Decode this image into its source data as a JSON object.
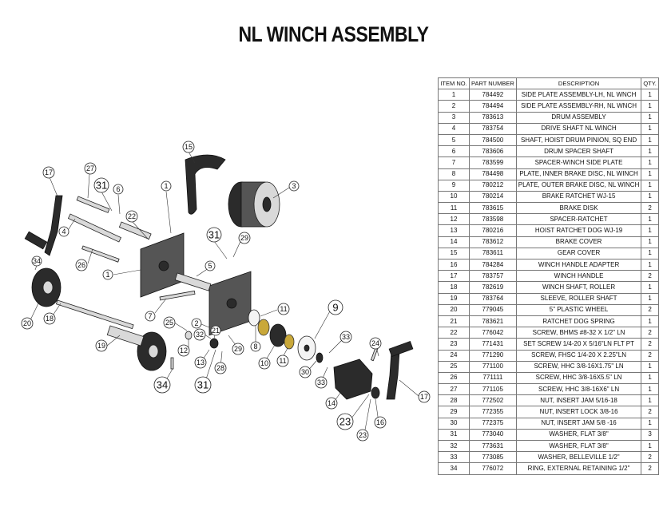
{
  "title": "NL WINCH ASSEMBLY",
  "bom": {
    "headers": [
      "ITEM NO.",
      "PART NUMBER",
      "DESCRIPTION",
      "QTY."
    ],
    "rows": [
      [
        "1",
        "784492",
        "SIDE PLATE ASSEMBLY-LH, NL WNCH",
        "1"
      ],
      [
        "2",
        "784494",
        "SIDE PLATE ASSEMBLY-RH, NL WNCH",
        "1"
      ],
      [
        "3",
        "783613",
        "DRUM ASSEMBLY",
        "1"
      ],
      [
        "4",
        "783754",
        "DRIVE SHAFT NL WINCH",
        "1"
      ],
      [
        "5",
        "784500",
        "SHAFT, HOIST DRUM PINION, SQ END",
        "1"
      ],
      [
        "6",
        "783606",
        "DRUM SPACER SHAFT",
        "1"
      ],
      [
        "7",
        "783599",
        "SPACER-WINCH SIDE PLATE",
        "1"
      ],
      [
        "8",
        "784498",
        "PLATE, INNER BRAKE DISC, NL WINCH",
        "1"
      ],
      [
        "9",
        "780212",
        "PLATE, OUTER BRAKE DISC, NL WINCH",
        "1"
      ],
      [
        "10",
        "780214",
        "BRAKE RATCHET WJ-15",
        "1"
      ],
      [
        "11",
        "783615",
        "BRAKE DISK",
        "2"
      ],
      [
        "12",
        "783598",
        "SPACER-RATCHET",
        "1"
      ],
      [
        "13",
        "780216",
        "HOIST RATCHET DOG WJ-19",
        "1"
      ],
      [
        "14",
        "783612",
        "BRAKE COVER",
        "1"
      ],
      [
        "15",
        "783611",
        "GEAR COVER",
        "1"
      ],
      [
        "16",
        "784284",
        "WINCH HANDLE ADAPTER",
        "1"
      ],
      [
        "17",
        "783757",
        "WINCH HANDLE",
        "2"
      ],
      [
        "18",
        "782619",
        "WINCH SHAFT, ROLLER",
        "1"
      ],
      [
        "19",
        "783764",
        "SLEEVE, ROLLER SHAFT",
        "1"
      ],
      [
        "20",
        "779045",
        "5\" PLASTIC WHEEL",
        "2"
      ],
      [
        "21",
        "783621",
        "RATCHET DOG SPRING",
        "1"
      ],
      [
        "22",
        "776042",
        "SCREW, BHMS #8-32 X 1/2\" LN",
        "2"
      ],
      [
        "23",
        "771431",
        "SET SCREW 1/4-20 X 5/16\"LN FLT PT",
        "2"
      ],
      [
        "24",
        "771290",
        "SCREW, FHSC 1/4-20 X 2.25\"LN",
        "2"
      ],
      [
        "25",
        "771100",
        "SCREW, HHC 3/8-16X1.75\" LN",
        "1"
      ],
      [
        "26",
        "771111",
        "SCREW, HHC 3/8-16X5.5\" LN",
        "1"
      ],
      [
        "27",
        "771105",
        "SCREW, HHC 3/8-16X6\" LN",
        "1"
      ],
      [
        "28",
        "772502",
        "NUT, INSERT JAM 5/16-18",
        "1"
      ],
      [
        "29",
        "772355",
        "NUT, INSERT LOCK 3/8-16",
        "2"
      ],
      [
        "30",
        "772375",
        "NUT, INSERT JAM 5/8 -16",
        "1"
      ],
      [
        "31",
        "773040",
        "WASHER, FLAT 3/8\"",
        "3"
      ],
      [
        "32",
        "773631",
        "WASHER, FLAT 3/8\"",
        "1"
      ],
      [
        "33",
        "773085",
        "WASHER, BELLEVILLE 1/2\"",
        "2"
      ],
      [
        "34",
        "776072",
        "RING, EXTERNAL RETAINING 1/2\"",
        "2"
      ]
    ]
  },
  "callouts": [
    {
      "label": "15"
    },
    {
      "label": "17"
    },
    {
      "label": "27"
    },
    {
      "label": "31"
    },
    {
      "label": "6"
    },
    {
      "label": "1"
    },
    {
      "label": "3"
    },
    {
      "label": "22"
    },
    {
      "label": "4"
    },
    {
      "label": "31"
    },
    {
      "label": "29"
    },
    {
      "label": "34"
    },
    {
      "label": "26"
    },
    {
      "label": "1"
    },
    {
      "label": "5"
    },
    {
      "label": "20"
    },
    {
      "label": "18"
    },
    {
      "label": "7"
    },
    {
      "label": "11"
    },
    {
      "label": "9"
    },
    {
      "label": "25"
    },
    {
      "label": "2"
    },
    {
      "label": "32"
    },
    {
      "label": "21"
    },
    {
      "label": "19"
    },
    {
      "label": "12"
    },
    {
      "label": "29"
    },
    {
      "label": "8"
    },
    {
      "label": "33"
    },
    {
      "label": "24"
    },
    {
      "label": "13"
    },
    {
      "label": "28"
    },
    {
      "label": "10"
    },
    {
      "label": "11"
    },
    {
      "label": "30"
    },
    {
      "label": "33"
    },
    {
      "label": "34"
    },
    {
      "label": "31"
    },
    {
      "label": "14"
    },
    {
      "label": "17"
    },
    {
      "label": "23"
    },
    {
      "label": "16"
    },
    {
      "label": "23"
    }
  ]
}
